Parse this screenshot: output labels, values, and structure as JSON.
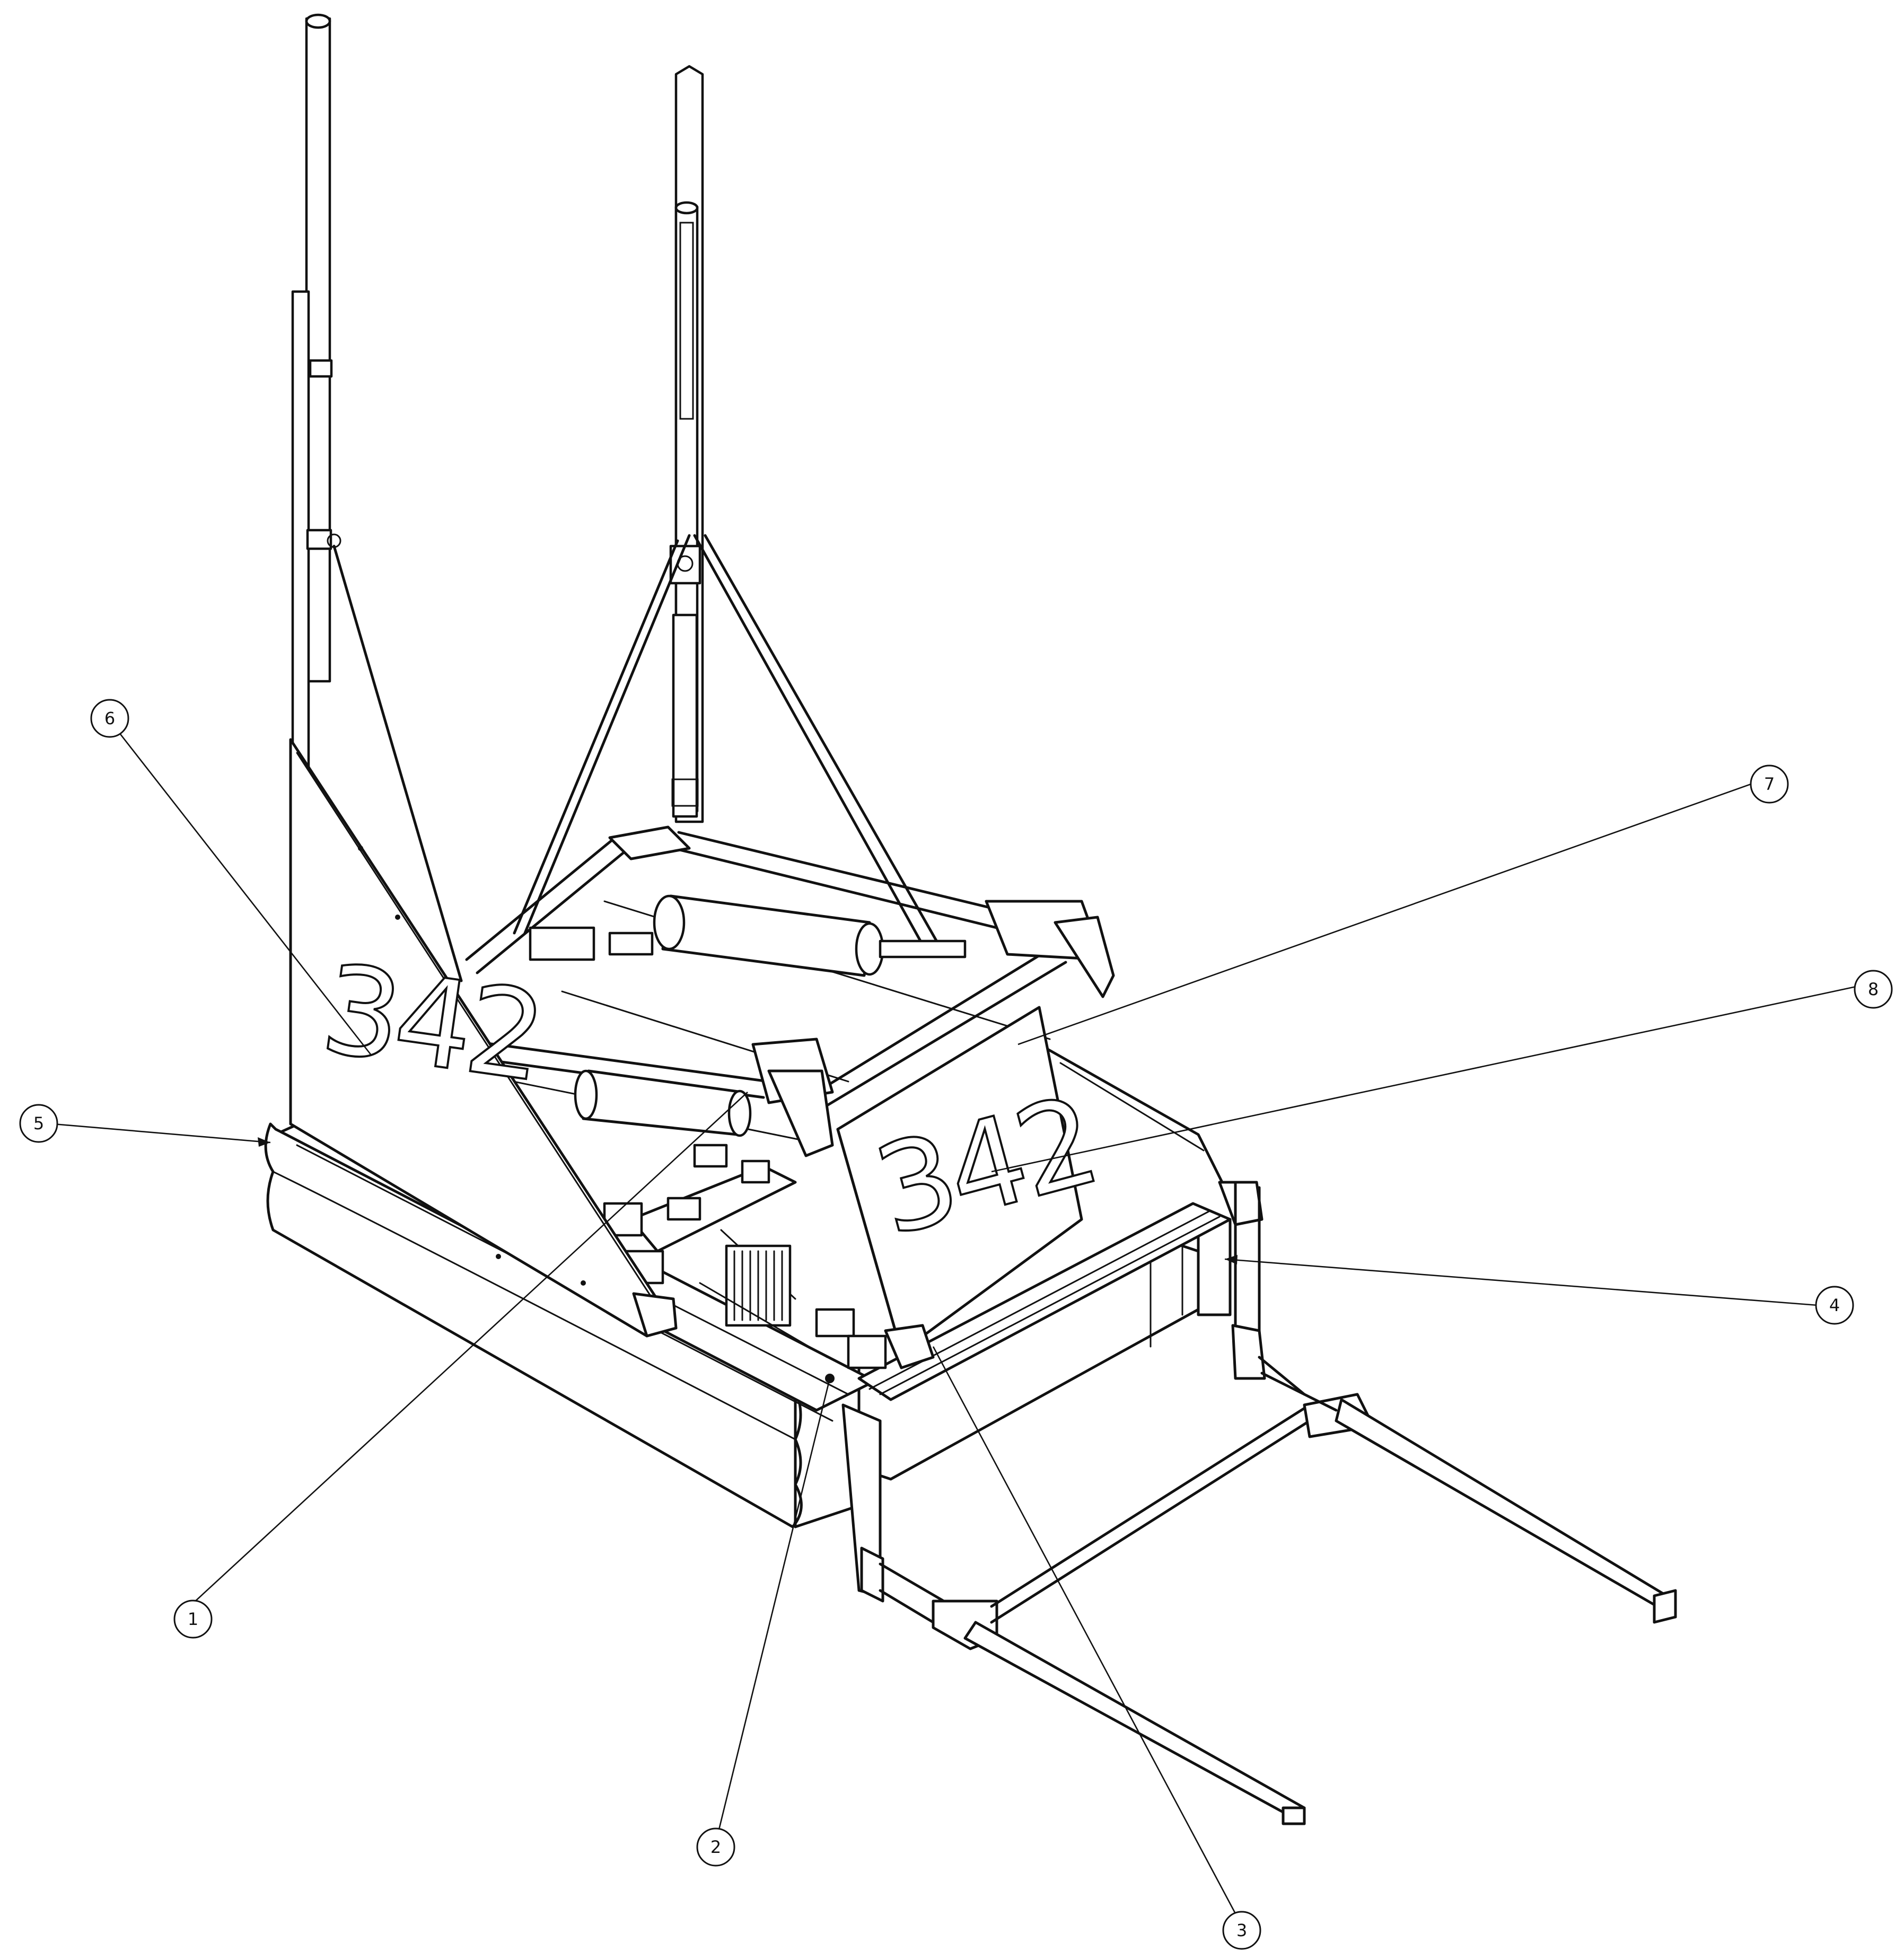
{
  "drawing": {
    "plate_numbers": [
      "342",
      "342"
    ],
    "balloons": [
      {
        "id": "balloon-1",
        "label": "1"
      },
      {
        "id": "balloon-2",
        "label": "2"
      },
      {
        "id": "balloon-3",
        "label": "3"
      },
      {
        "id": "balloon-4",
        "label": "4"
      },
      {
        "id": "balloon-5",
        "label": "5"
      },
      {
        "id": "balloon-6",
        "label": "6"
      },
      {
        "id": "balloon-7",
        "label": "7"
      },
      {
        "id": "balloon-8",
        "label": "8"
      }
    ]
  },
  "colors": {
    "line": "#111111",
    "background": "#ffffff"
  }
}
